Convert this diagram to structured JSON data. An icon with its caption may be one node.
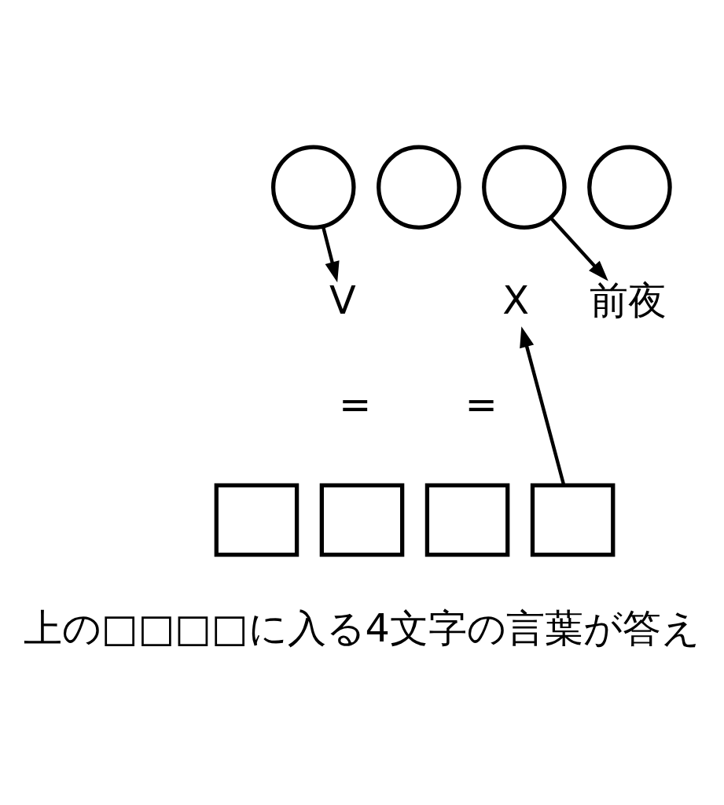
{
  "diagram": {
    "nodes": [
      {
        "text": [],
        "shape": "circle"
      },
      {
        "text": [],
        "shape": "circle"
      },
      {
        "text": [],
        "shape": "circle"
      },
      {
        "text": [],
        "shape": "circle"
      },
      {
        "text": [
          "V"
        ]
      },
      {
        "text": [
          "前夜"
        ]
      },
      {
        "text": [],
        "shape": "box"
      },
      {
        "text": [],
        "shape": "box"
      },
      {
        "text": [],
        "shape": "box"
      },
      {
        "text": [],
        "shape": "box"
      },
      {
        "text": [
          "X"
        ]
      }
    ],
    "edges": [
      {
        "from": 0,
        "to": 4,
        "arrow": "to"
      },
      {
        "from": 2,
        "to": 5,
        "arrow": "to"
      },
      {
        "from": 9,
        "to": 10,
        "arrow": "to"
      }
    ],
    "labels": [
      "=",
      "=",
      "上の□□□□に入る4文字の言葉が答え"
    ]
  }
}
